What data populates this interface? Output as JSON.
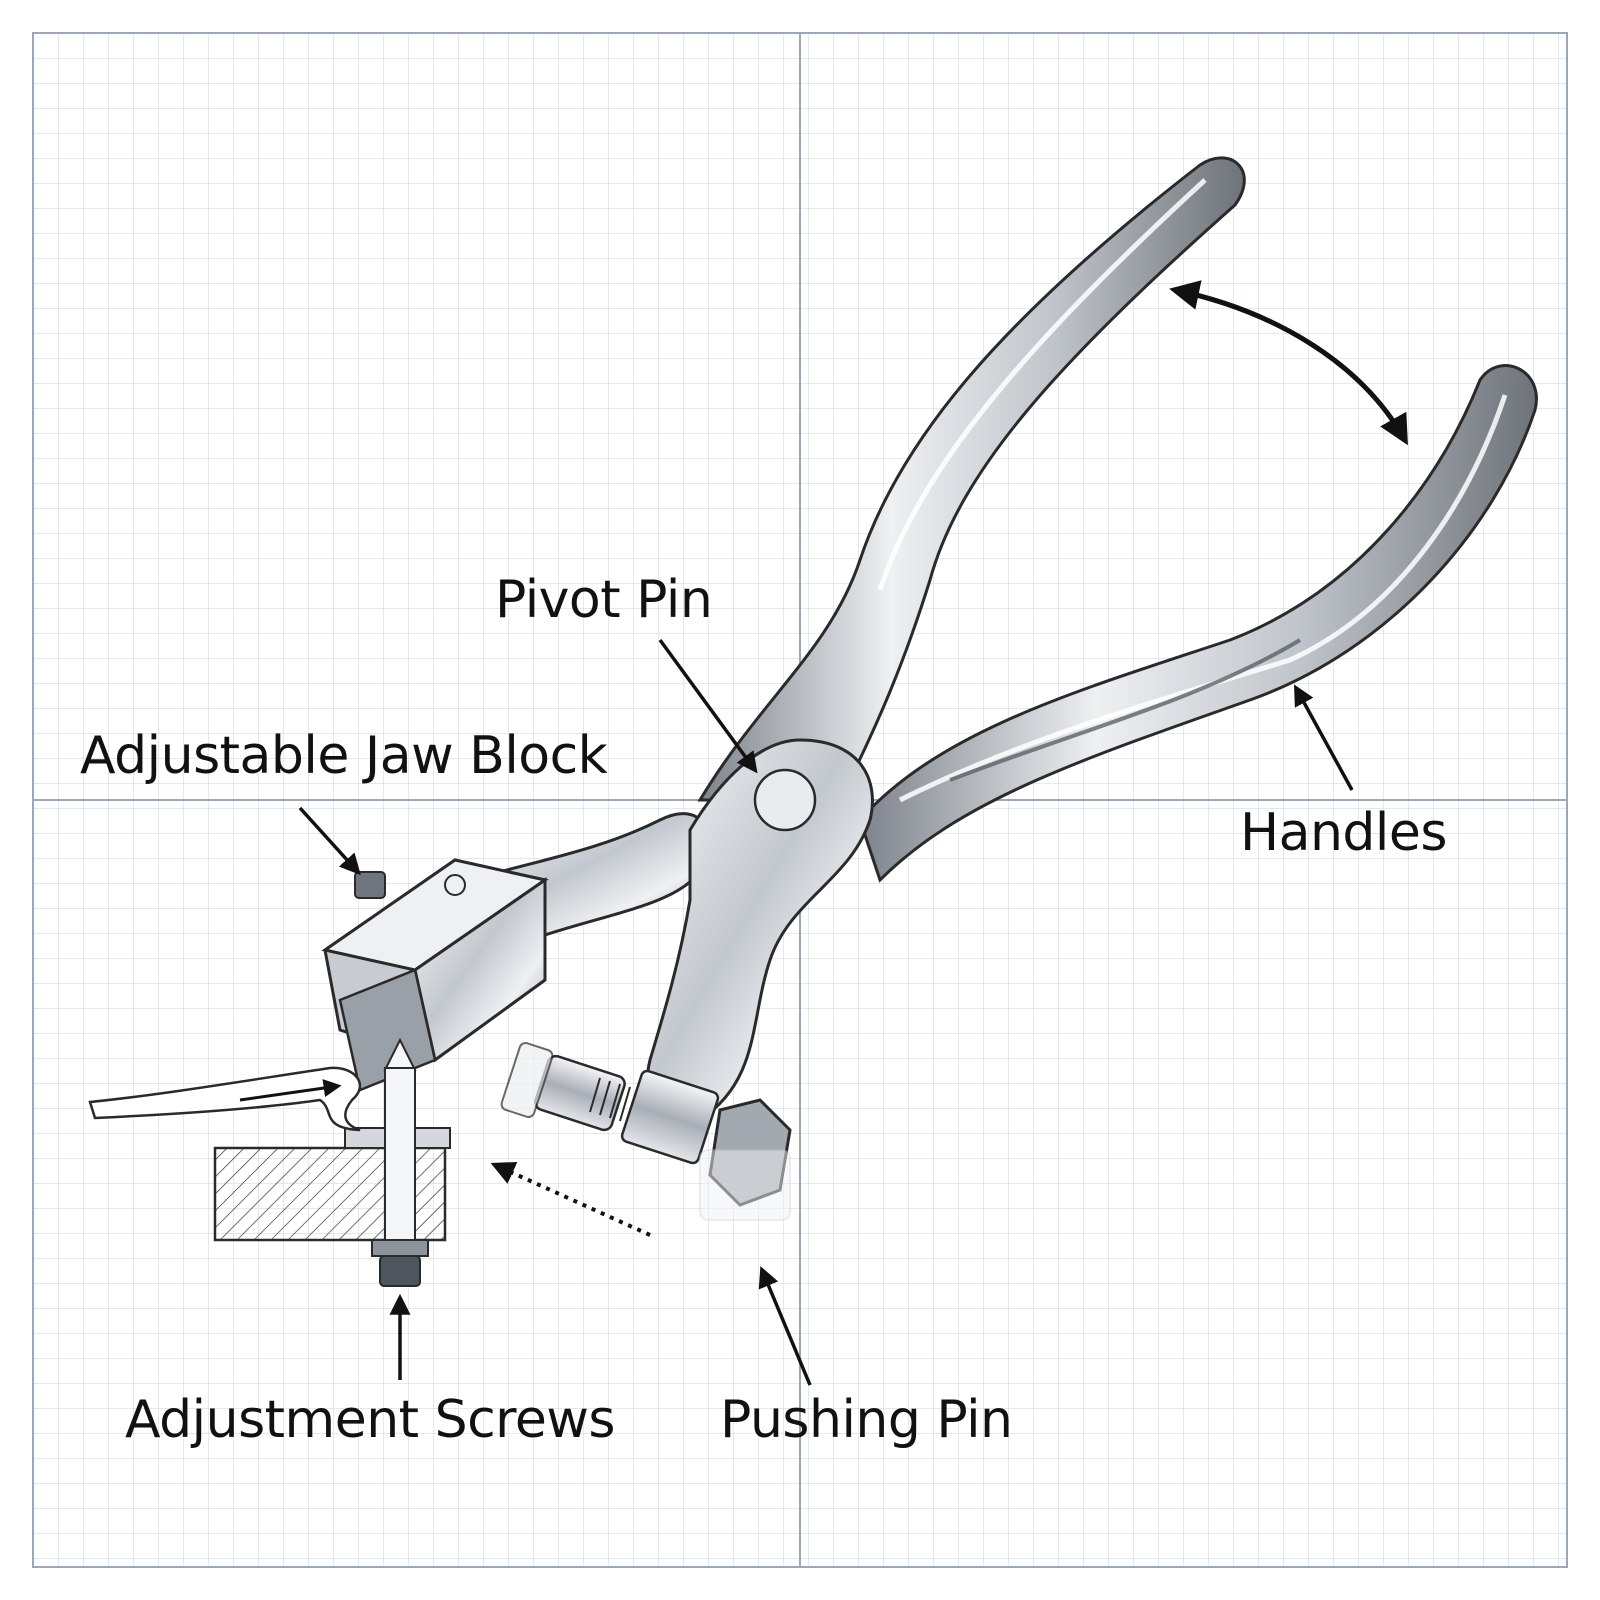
{
  "labels": {
    "pivot_pin": "Pivot Pin",
    "adjustable_jaw_block": "Adjustable Jaw Block",
    "handles": "Handles",
    "adjustment_screws": "Adjustment Screws",
    "pushing_pin": "Pushing Pin"
  },
  "colors": {
    "background": "#ffffff",
    "grid_minor": "#c9d3e2",
    "grid_major": "#9aa8bd",
    "metal_light": "#eceff2",
    "metal_mid": "#b9bec5",
    "metal_dark": "#6b7078",
    "outline": "#2a2a2a",
    "text": "#111111"
  }
}
